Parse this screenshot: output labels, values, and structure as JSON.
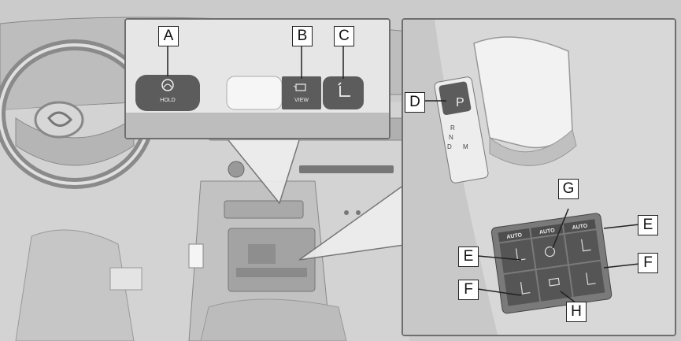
{
  "labels": {
    "a": "A",
    "b": "B",
    "c": "C",
    "d": "D",
    "e_left": "E",
    "e_right": "E",
    "f_left": "F",
    "f_right": "F",
    "g": "G",
    "h": "H"
  },
  "buttons": {
    "hold": "HOLD",
    "view": "VIEW"
  },
  "shifter": {
    "park": "P",
    "r": "R",
    "n": "N",
    "d": "D",
    "m": "M"
  },
  "climate_panel": {
    "auto_left": "AUTO",
    "auto_center": "AUTO",
    "auto_right": "AUTO"
  },
  "icons": [
    "steering-wheel-icon",
    "hold-icon",
    "camera-view-icon",
    "seat-icon",
    "seat-heater-icon",
    "seat-vent-icon",
    "steering-heater-icon",
    "heated-seat-icon"
  ],
  "colors": {
    "background": "#cfcfcf",
    "button": "#595959",
    "callout_border": "#6e6e6e"
  }
}
